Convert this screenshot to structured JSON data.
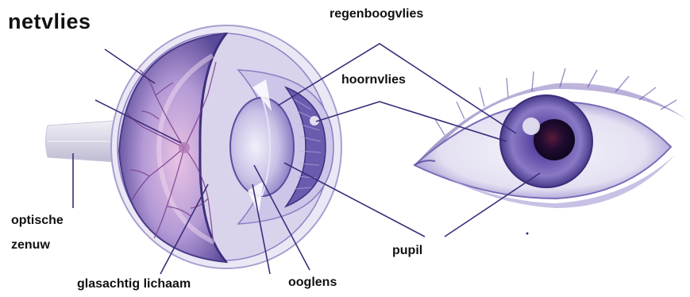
{
  "labels": {
    "retina": "netvlies",
    "iris": "regenboogvlies",
    "cornea": "hoornvlies",
    "optic_nerve_line1": "optische",
    "optic_nerve_line2": "zenuw",
    "pupil": "pupil",
    "vitreous_body": "glasachtig lichaam",
    "lens": "ooglens"
  },
  "colors": {
    "leader_line": "#3a2f7a",
    "eye_purple": "#6b5aa8",
    "eye_light": "#d9d3ef",
    "retina_pink": "#cfa9d6",
    "pupil_dark": "#140a2a"
  }
}
